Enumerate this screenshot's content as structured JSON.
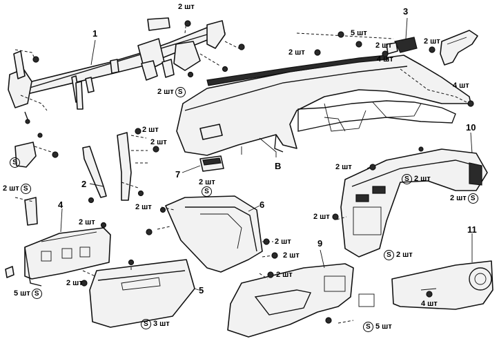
{
  "part_numbers": {
    "p1": "1",
    "p2": "2",
    "p3": "3",
    "p4": "4",
    "p5": "5",
    "p6": "6",
    "p7": "7",
    "p9": "9",
    "p10": "10",
    "p11": "11",
    "pB": "B"
  },
  "qty_labels": {
    "q_top_center": "2 шт",
    "q_5sht_top": "5 шт",
    "q_2sht_top_right_a": "2 шт",
    "q_2sht_top_right_b": "2 шт",
    "q_4sht_top_right": "4 шт",
    "q_2sht_bracket": "2 шт",
    "q_2sht_dash_left": "2 шт",
    "q_4sht_right": "4 шт",
    "q_2sht_mid_a": "2 шт",
    "q_2sht_mid_b": "2 шт",
    "q_2sht_left_s": "2 шт",
    "q_2sht_6_top": "2 шт",
    "q_2sht_6_left": "2 шт",
    "q_2sht_glove": "2 шт",
    "q_2sht_6_right_a": "2 шт",
    "q_2sht_6_right_b": "2 шт",
    "q_2sht_10_left": "2 шт",
    "q_2sht_10_s": "2 шт",
    "q_2sht_10_right": "2 шт",
    "q_2sht_9_left": "2 шт",
    "q_2sht_9_s": "2 шт",
    "q_5sht_bottom_left": "5 шт",
    "q_2sht_5": "2 шт",
    "q_2sht_9_top": "2 шт",
    "q_3sht_5": "3 шт",
    "q_5sht_9_bottom": "5 шт",
    "q_4sht_11": "4 шт"
  },
  "screw_symbol": "S"
}
